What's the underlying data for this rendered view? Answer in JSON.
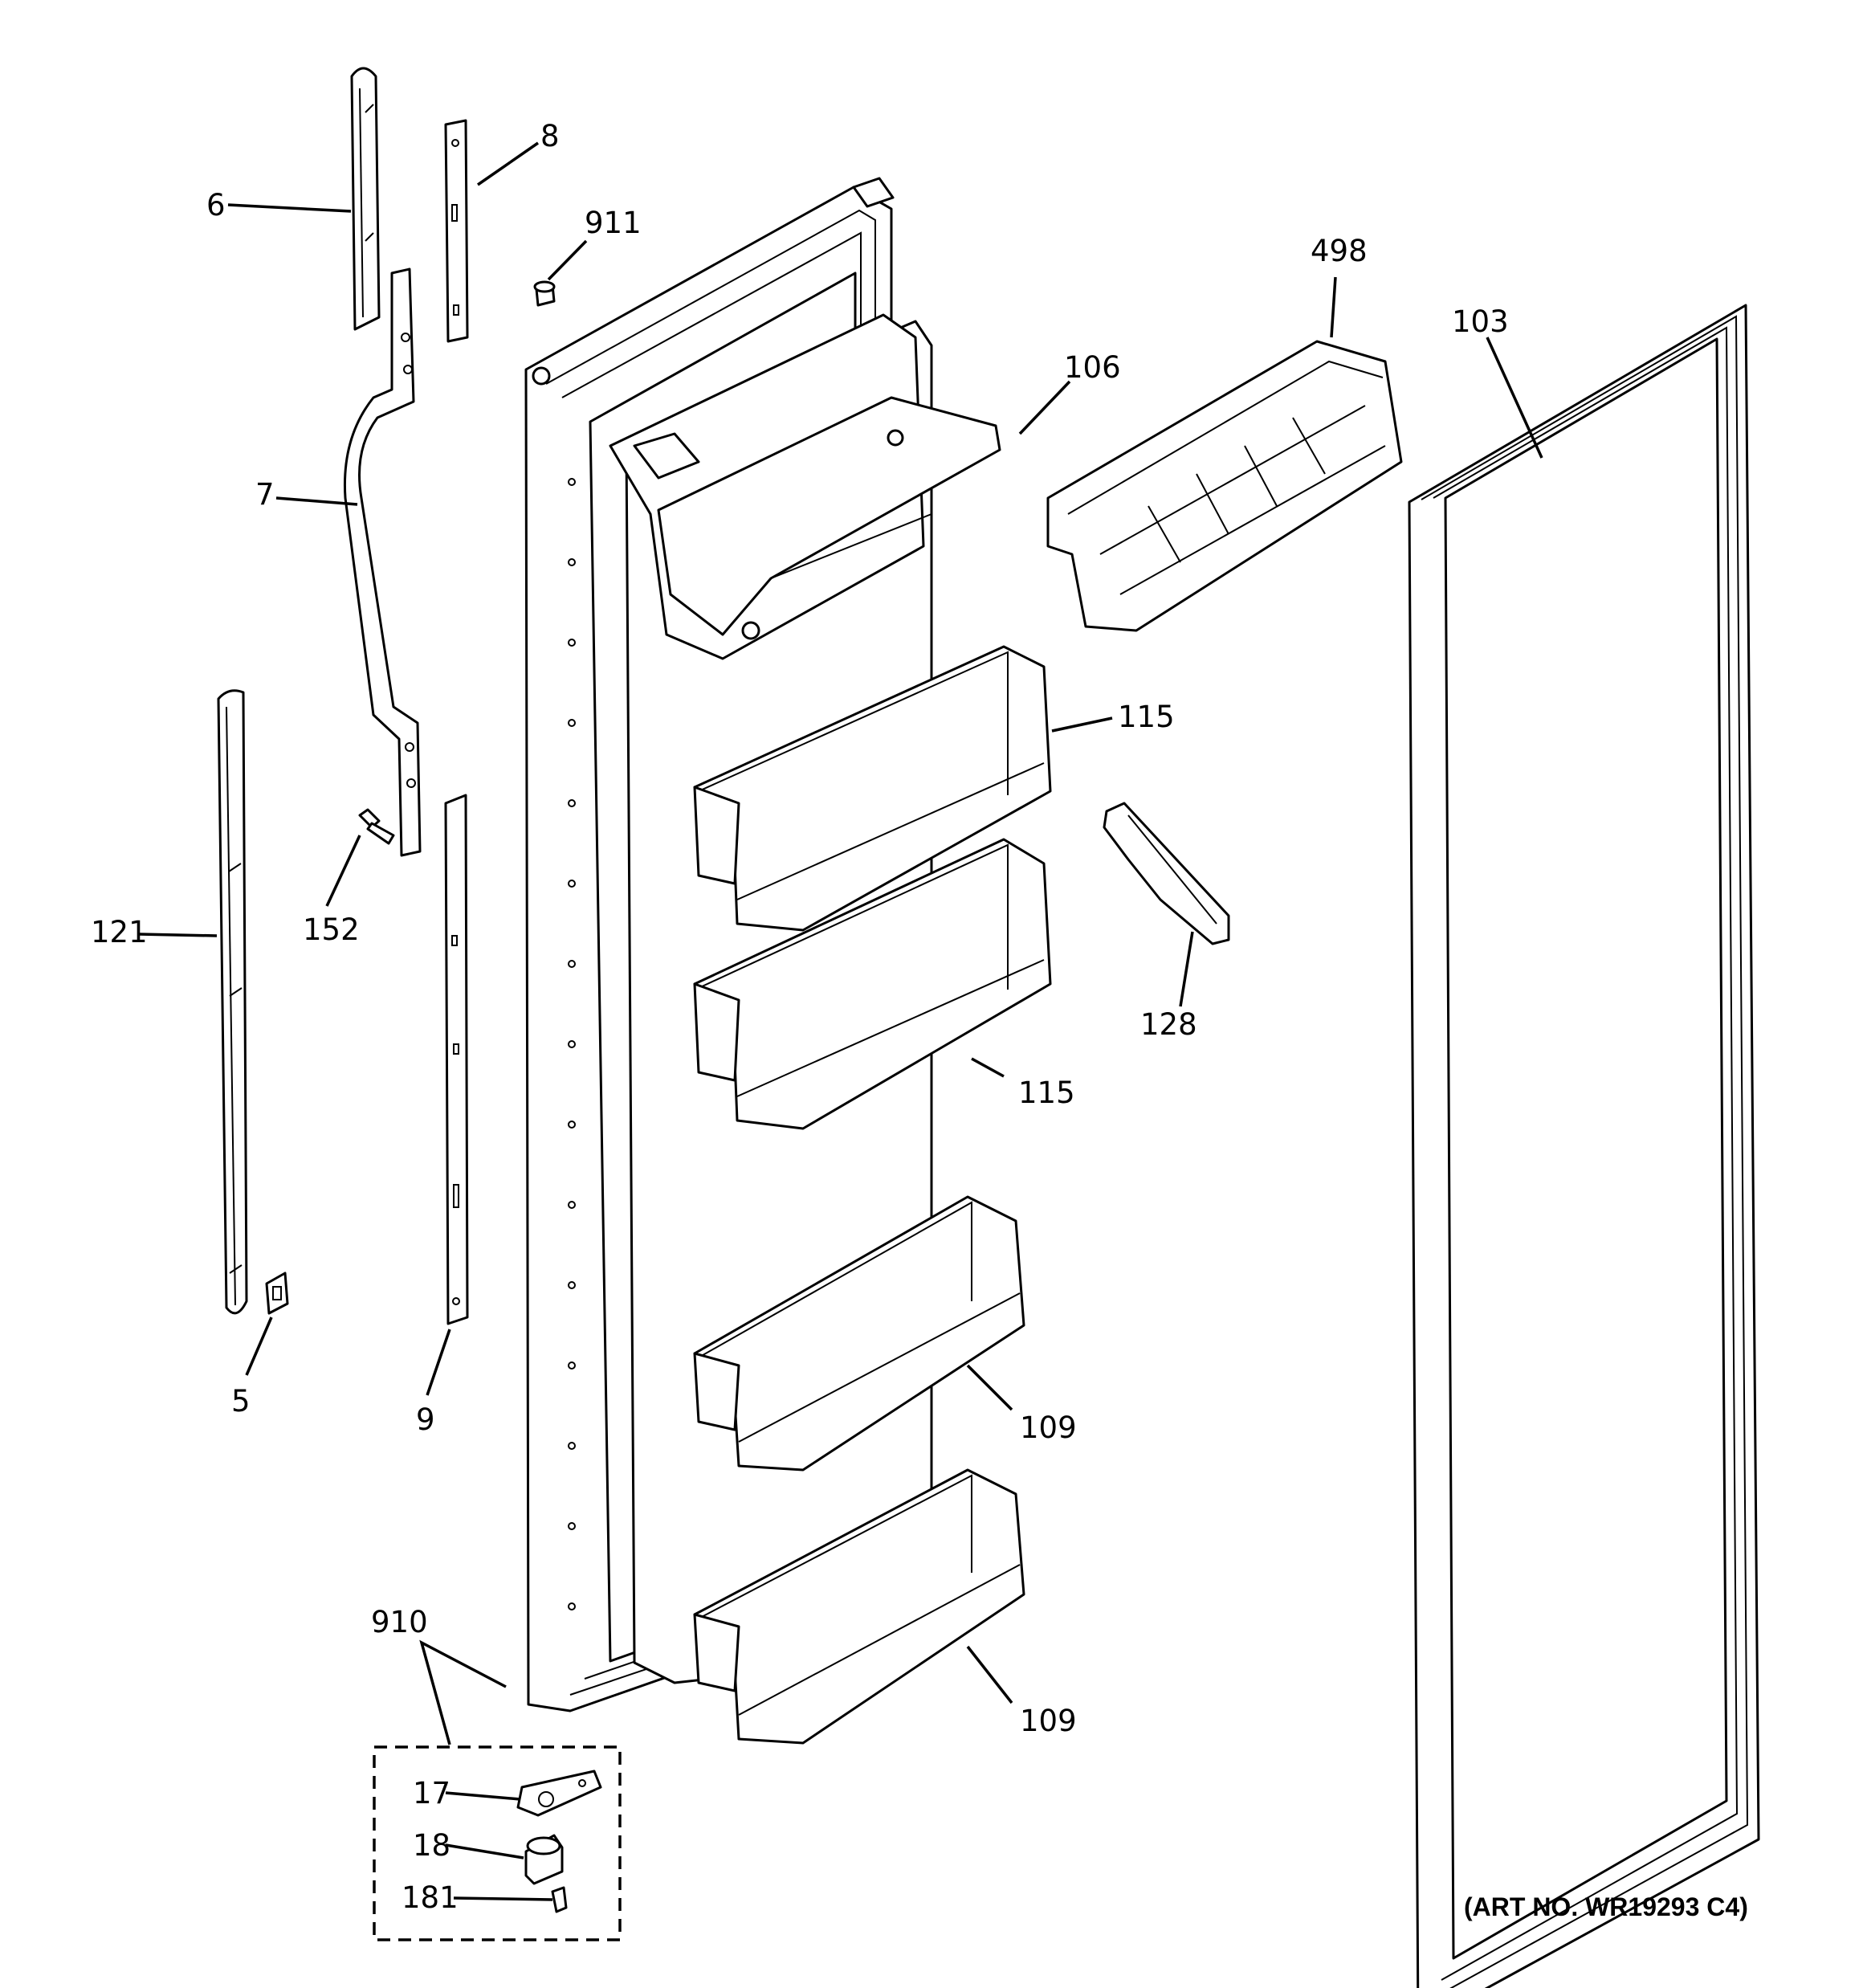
{
  "callouts": {
    "c6": "6",
    "c8": "8",
    "c911": "911",
    "c498": "498",
    "c103": "103",
    "c106": "106",
    "c7": "7",
    "c115a": "115",
    "c128": "128",
    "c152": "152",
    "c121": "121",
    "c115b": "115",
    "c5": "5",
    "c9": "9",
    "c109a": "109",
    "c910": "910",
    "c109b": "109",
    "c17": "17",
    "c18": "18",
    "c181": "181"
  },
  "art_number": "(ART NO. WR19293 C4)"
}
